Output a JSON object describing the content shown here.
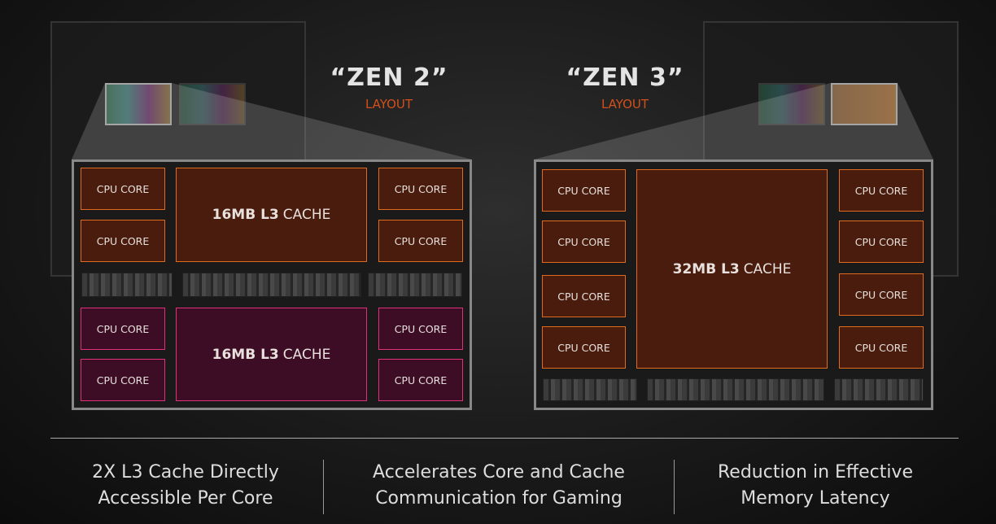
{
  "zen2": {
    "title": "“ZEN 2”",
    "subtitle": "LAYOUT",
    "core_label": "CPU CORE",
    "cache_top": {
      "size": "16MB L3",
      "word": "CACHE"
    },
    "cache_bottom": {
      "size": "16MB L3",
      "word": "CACHE"
    },
    "accent_top": "#e06a1e",
    "accent_bottom": "#e0307a"
  },
  "zen3": {
    "title": "“ZEN 3”",
    "subtitle": "LAYOUT",
    "core_label": "CPU CORE",
    "cache": {
      "size": "32MB L3",
      "word": "CACHE"
    },
    "accent": "#e06a1e"
  },
  "captions": [
    {
      "line1": "2X L3 Cache Directly",
      "line2": "Accessible Per Core"
    },
    {
      "line1": "Accelerates Core and Cache",
      "line2": "Communication for Gaming"
    },
    {
      "line1": "Reduction in Effective",
      "line2": "Memory Latency"
    }
  ]
}
